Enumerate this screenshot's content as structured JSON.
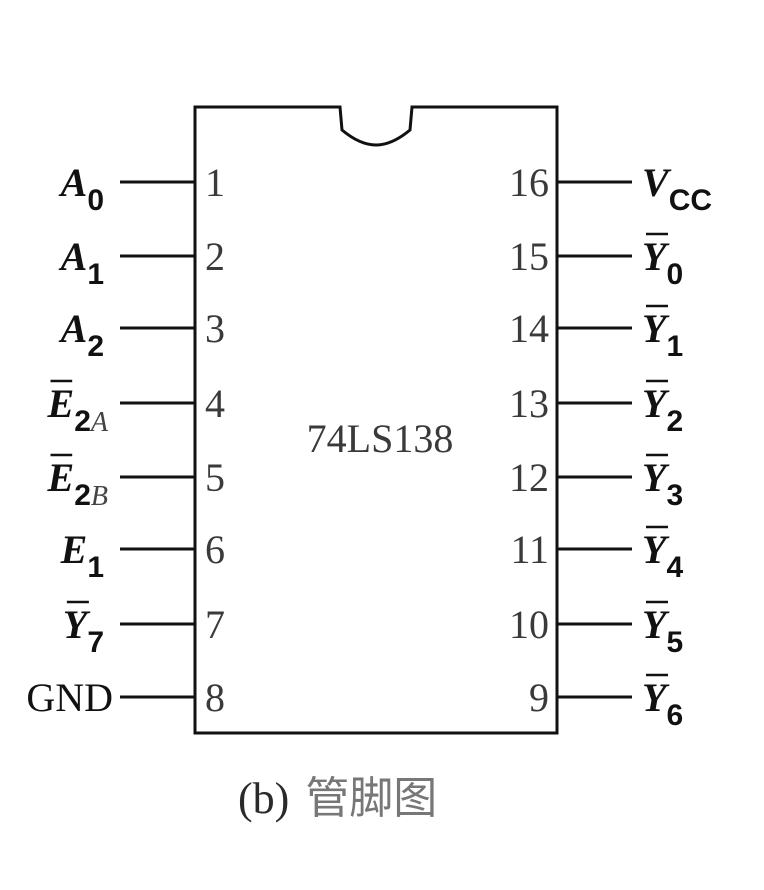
{
  "chip": {
    "name": "74LS138"
  },
  "left_pins": [
    {
      "number": "1",
      "signal": "A",
      "sub": "0",
      "bar": false
    },
    {
      "number": "2",
      "signal": "A",
      "sub": "1",
      "bar": false
    },
    {
      "number": "3",
      "signal": "A",
      "sub": "2",
      "bar": false
    },
    {
      "number": "4",
      "signal": "E",
      "sub": "2",
      "sub2": "A",
      "bar": true
    },
    {
      "number": "5",
      "signal": "E",
      "sub": "2",
      "sub2": "B",
      "bar": true
    },
    {
      "number": "6",
      "signal": "E",
      "sub": "1",
      "bar": false
    },
    {
      "number": "7",
      "signal": "Y",
      "sub": "7",
      "bar": true
    },
    {
      "number": "8",
      "signal": "GND",
      "sub": "",
      "bar": false,
      "plain": true
    }
  ],
  "right_pins": [
    {
      "number": "16",
      "signal": "V",
      "sub": "CC",
      "bar": false
    },
    {
      "number": "15",
      "signal": "Y",
      "sub": "0",
      "bar": true
    },
    {
      "number": "14",
      "signal": "Y",
      "sub": "1",
      "bar": true
    },
    {
      "number": "13",
      "signal": "Y",
      "sub": "2",
      "bar": true
    },
    {
      "number": "12",
      "signal": "Y",
      "sub": "3",
      "bar": true
    },
    {
      "number": "11",
      "signal": "Y",
      "sub": "4",
      "bar": true
    },
    {
      "number": "10",
      "signal": "Y",
      "sub": "5",
      "bar": true
    },
    {
      "number": "9",
      "signal": "Y",
      "sub": "6",
      "bar": true
    }
  ],
  "caption": {
    "label": "(b)",
    "text": "管脚图"
  }
}
